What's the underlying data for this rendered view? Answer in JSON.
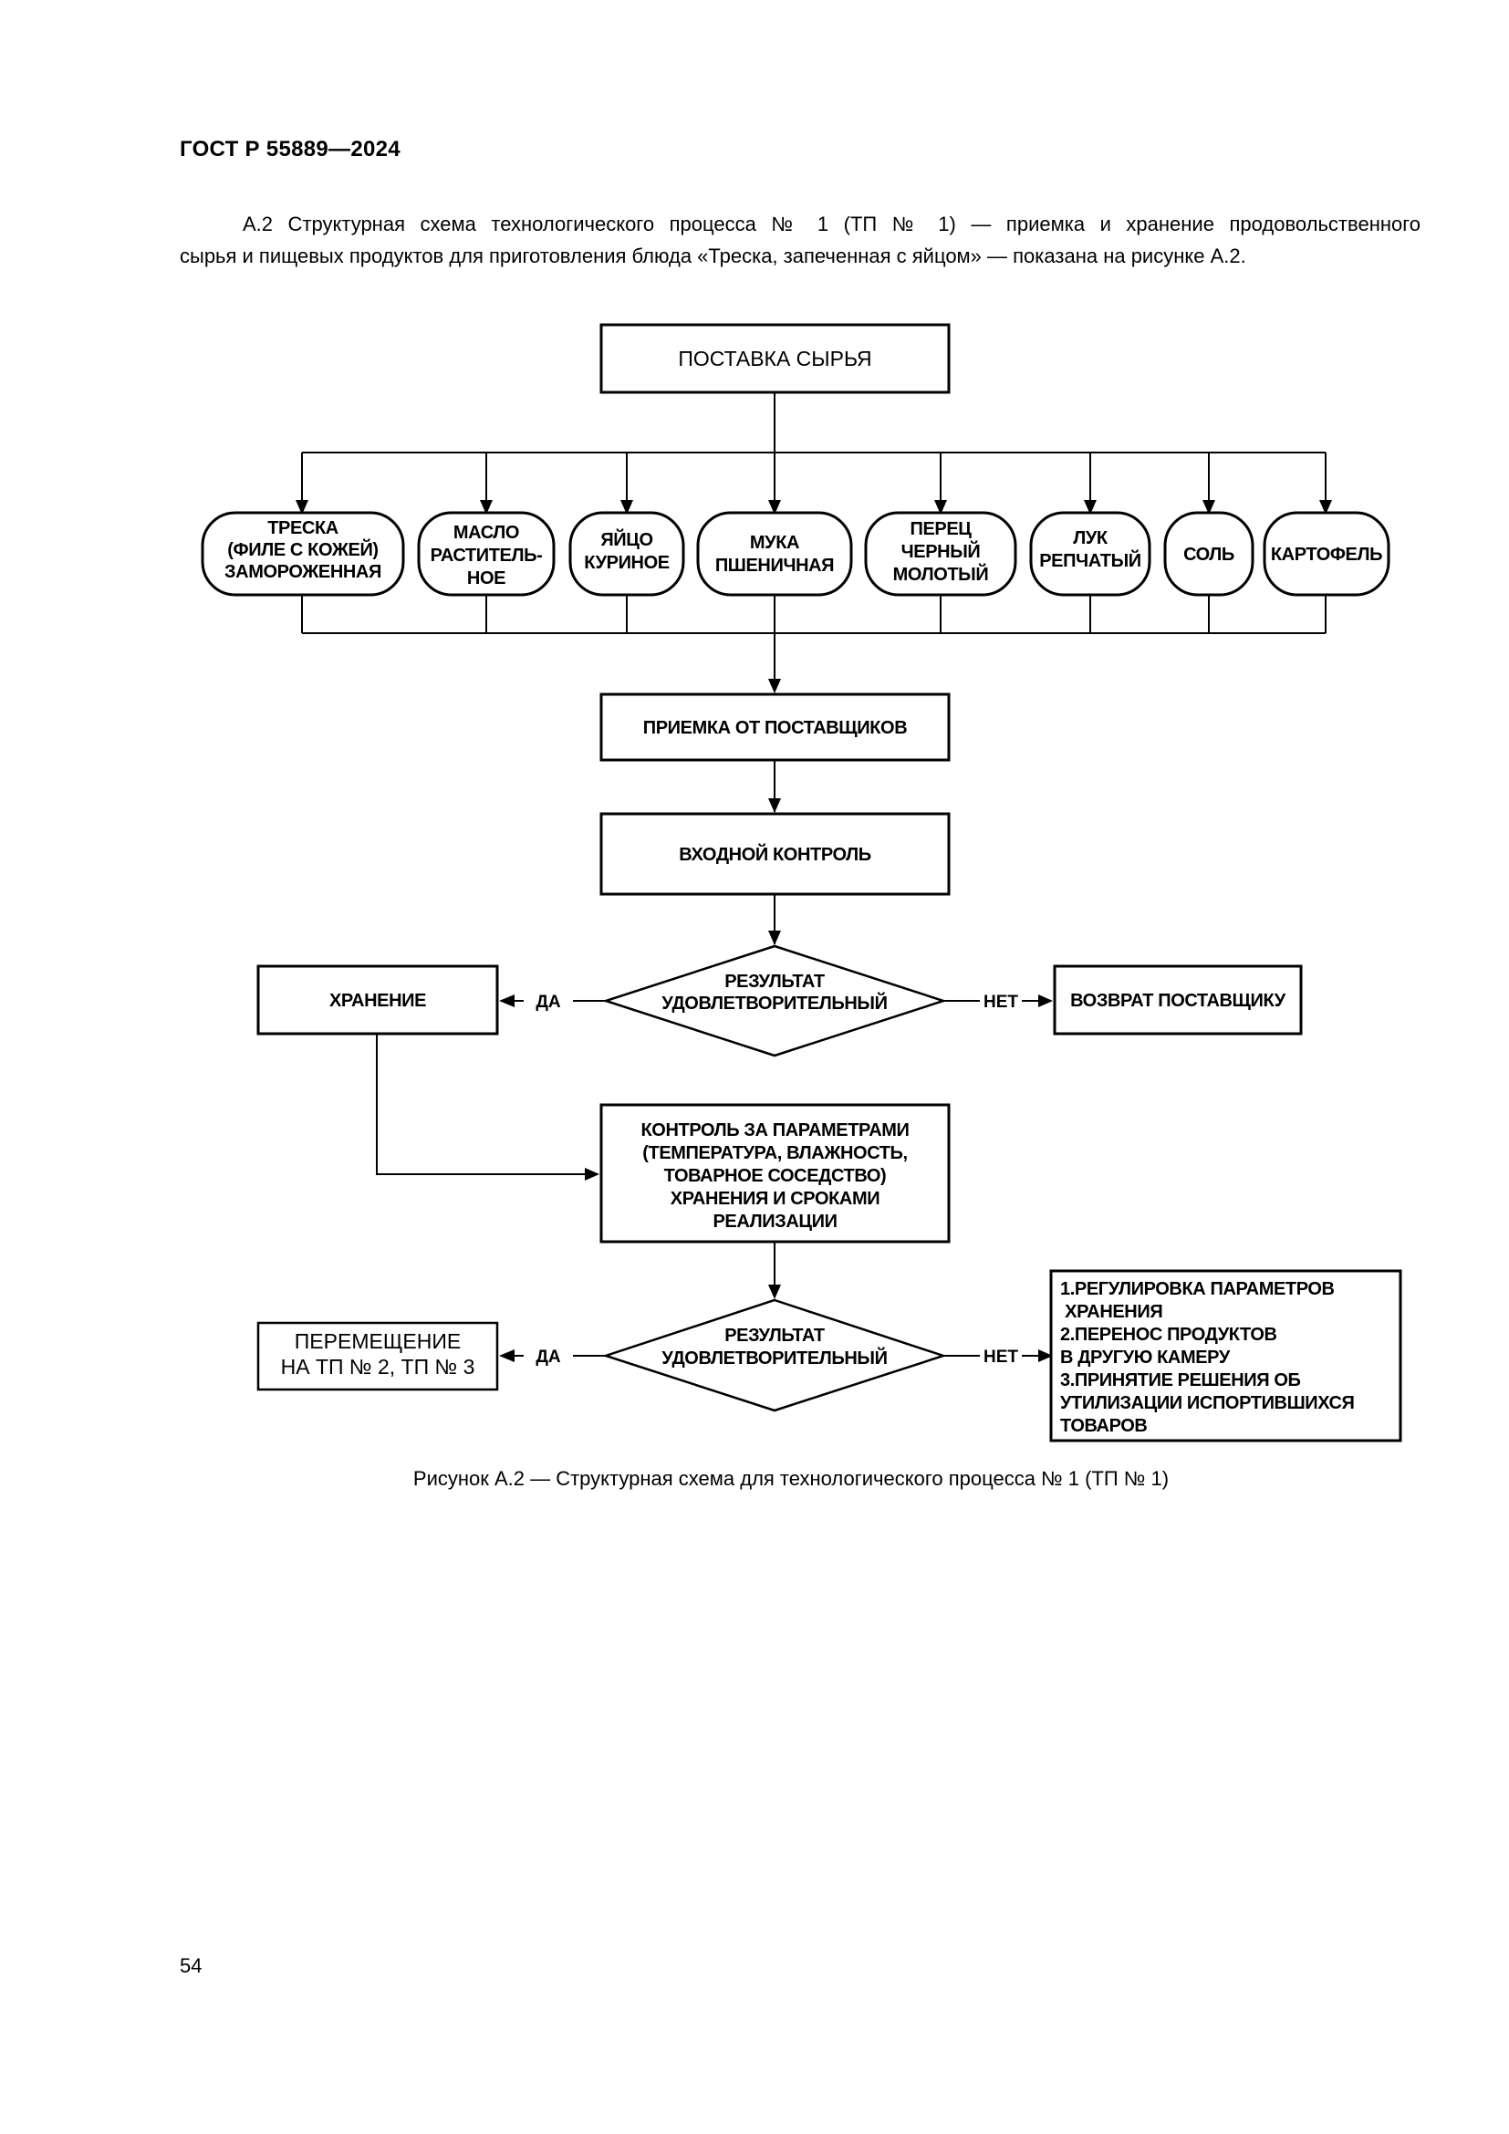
{
  "header": {
    "code": "ГОСТ Р 55889—2024"
  },
  "intro": {
    "line1": "А.2 Структурная схема технологического процесса № 1 (ТП № 1) — приемка и хранение продовольственного",
    "line2": "сырья и пищевых продуктов для приготовления блюда «Треска, запеченная с яйцом» — показана на рисунке А.2."
  },
  "diagram": {
    "supply": "ПОСТАВКА СЫРЬЯ",
    "ingredients": [
      {
        "lines": [
          "ТРЕСКА",
          "(ФИЛЕ С КОЖЕЙ)",
          "ЗАМОРОЖЕННАЯ"
        ]
      },
      {
        "lines": [
          "МАСЛО",
          "РАСТИТЕЛЬ-",
          "НОЕ"
        ]
      },
      {
        "lines": [
          "ЯЙЦО",
          "КУРИНОЕ"
        ]
      },
      {
        "lines": [
          "МУКА",
          "ПШЕНИЧНАЯ"
        ]
      },
      {
        "lines": [
          "ПЕРЕЦ",
          "ЧЕРНЫЙ",
          "МОЛОТЫЙ"
        ]
      },
      {
        "lines": [
          "ЛУК",
          "РЕПЧАТЫЙ"
        ]
      },
      {
        "lines": [
          "СОЛЬ"
        ]
      },
      {
        "lines": [
          "КАРТОФЕЛЬ"
        ]
      }
    ],
    "receiving": "ПРИЕМКА ОТ ПОСТАВЩИКОВ",
    "input_control": "ВХОДНОЙ КОНТРОЛЬ",
    "decision1": {
      "lines": [
        "РЕЗУЛЬТАТ",
        "УДОВЛЕТВОРИТЕЛЬНЫЙ"
      ]
    },
    "storage": "ХРАНЕНИЕ",
    "return": "ВОЗВРАТ ПОСТАВЩИКУ",
    "yes_label": "ДА",
    "no_label": "НЕТ",
    "control": {
      "lines": [
        "КОНТРОЛЬ ЗА ПАРАМЕТРАМИ",
        "(ТЕМПЕРАТУРА, ВЛАЖНОСТЬ,",
        "ТОВАРНОЕ СОСЕДСТВО)",
        "ХРАНЕНИЯ И СРОКАМИ",
        "РЕАЛИЗАЦИИ"
      ]
    },
    "decision2": {
      "lines": [
        "РЕЗУЛЬТАТ",
        "УДОВЛЕТВОРИТЕЛЬНЫЙ"
      ]
    },
    "transfer": {
      "lines": [
        "ПЕРЕМЕЩЕНИЕ",
        "НА ТП № 2, ТП № 3"
      ]
    },
    "actions": {
      "lines": [
        "1.РЕГУЛИРОВКА ПАРАМЕТРОВ",
        " ХРАНЕНИЯ",
        "2.ПЕРЕНОС ПРОДУКТОВ",
        "В ДРУГУЮ КАМЕРУ",
        "3.ПРИНЯТИЕ РЕШЕНИЯ ОБ",
        "УТИЛИЗАЦИИ ИСПОРТИВШИХСЯ",
        "ТОВАРОВ"
      ]
    }
  },
  "caption": "Рисунок А.2 — Структурная схема для технологического процесса № 1 (ТП № 1)",
  "page_number": "54"
}
